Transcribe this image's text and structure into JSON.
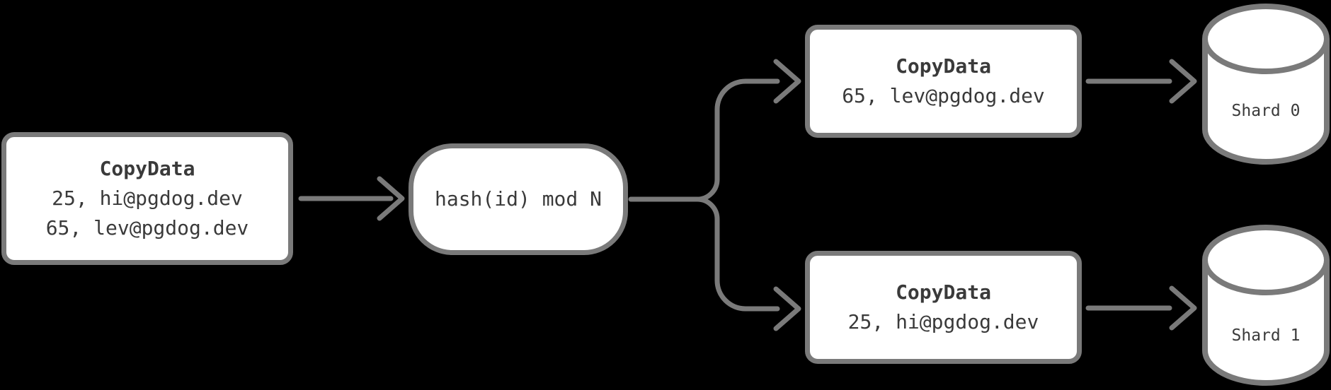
{
  "diagram": {
    "nodes": {
      "input": {
        "title": "CopyData",
        "rows": [
          "25, hi@pgdog.dev",
          "65, lev@pgdog.dev"
        ]
      },
      "hash": {
        "label": "hash(id) mod N"
      },
      "shard0_copy": {
        "title": "CopyData",
        "rows": [
          "65, lev@pgdog.dev"
        ]
      },
      "shard1_copy": {
        "title": "CopyData",
        "rows": [
          "25, hi@pgdog.dev"
        ]
      },
      "shard0_db": {
        "label": "Shard 0"
      },
      "shard1_db": {
        "label": "Shard 1"
      }
    },
    "colors": {
      "background": "#000000",
      "node_fill": "#ffffff",
      "stroke": "#7a7a7a",
      "text": "#3a3a3a"
    }
  }
}
